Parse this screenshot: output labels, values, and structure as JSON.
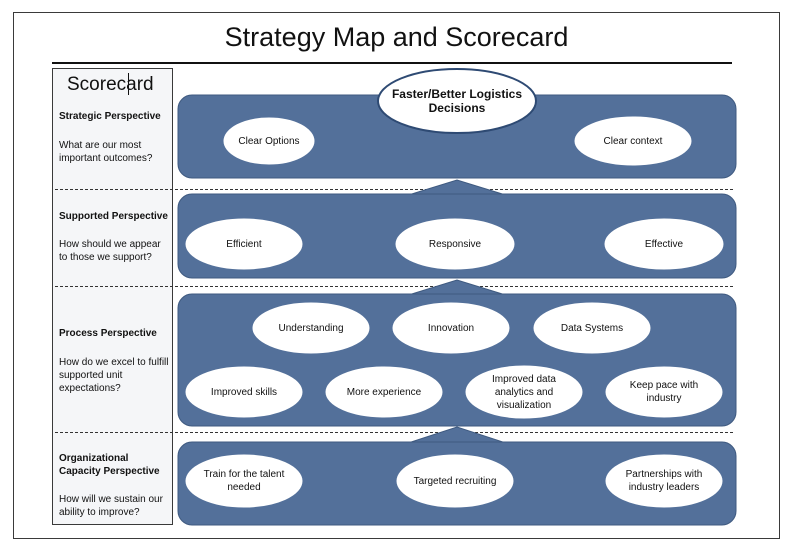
{
  "title": "Strategy Map and Scorecard",
  "scorecard": {
    "heading": "Scorecard",
    "perspectives": [
      {
        "title": "Strategic Perspective",
        "question": "What are our most important outcomes?"
      },
      {
        "title": "Supported Perspective",
        "question": "How should we appear to those we support?"
      },
      {
        "title": "Process Perspective",
        "question": "How do we excel to fulfill supported unit expectations?"
      },
      {
        "title": "Organizational Capacity Perspective",
        "question": "How will we sustain our ability to improve?"
      }
    ]
  },
  "map": {
    "top_goal": "Faster/Better Logistics Decisions",
    "strategic": [
      "Clear Options",
      "Clear context"
    ],
    "supported": [
      "Efficient",
      "Responsive",
      "Effective"
    ],
    "process_top": [
      "Understanding",
      "Innovation",
      "Data Systems"
    ],
    "process_bottom": [
      "Improved skills",
      "More experience",
      "Improved data analytics  and visualization",
      "Keep pace with industry"
    ],
    "capacity": [
      "Train for the talent needed",
      "Targeted recruiting",
      "Partnerships with industry leaders"
    ]
  },
  "colors": {
    "band_fill": "#53709a",
    "band_stroke": "#3f5a80",
    "oval_fill": "#ffffff",
    "goal_stroke": "#2e4a73"
  }
}
